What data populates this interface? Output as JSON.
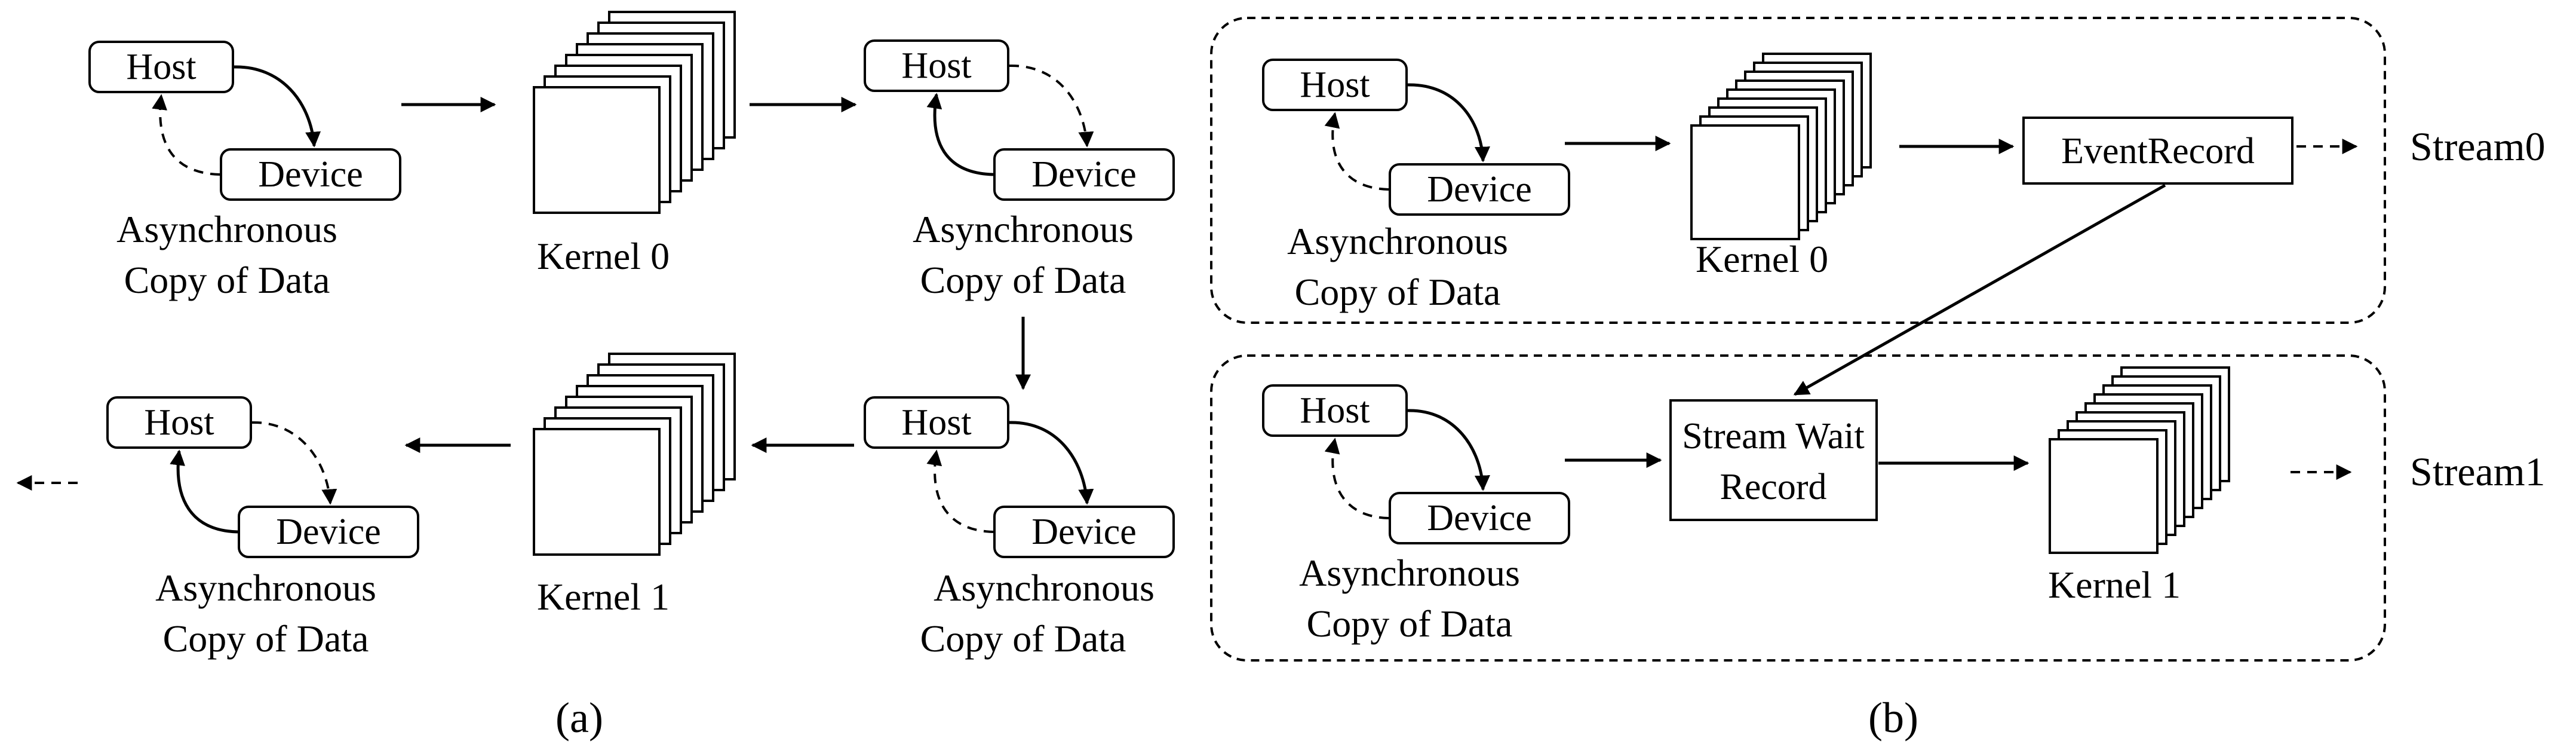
{
  "panel_a": {
    "caption": "(a)",
    "host_label": "Host",
    "device_label": "Device",
    "copy_line1": "Asynchronous",
    "copy_line2": "Copy of Data",
    "kernel0_label": "Kernel 0",
    "kernel1_label": "Kernel 1"
  },
  "panel_b": {
    "caption": "(b)",
    "host_label": "Host",
    "device_label": "Device",
    "copy_line1": "Asynchronous",
    "copy_line2": "Copy of Data",
    "kernel0_label": "Kernel 0",
    "kernel1_label": "Kernel 1",
    "event_record_label": "EventRecord",
    "stream_wait_line1": "Stream Wait",
    "stream_wait_line2": "Record",
    "stream0_label": "Stream0",
    "stream1_label": "Stream1"
  }
}
